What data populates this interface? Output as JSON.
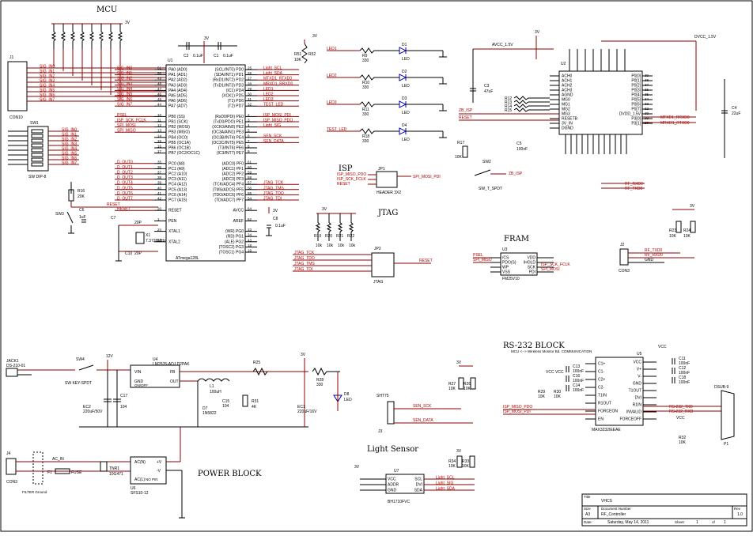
{
  "blocks": {
    "mcu": "MCU",
    "isp": "ISP",
    "jtag": "JTAG",
    "fram": "FRAM",
    "rs232": "RS-232 BLOCK",
    "rs232_sub": "MCU <--> Wireless Monitor Bd. COMMUNICATION",
    "power": "POWER BLOCK",
    "light": "Light Sensor"
  },
  "rails": {
    "v3": "3V",
    "v12": "12V",
    "avcc": "AVCC_1.5V",
    "dvcc": "DVCC_1.5V",
    "vcc": "VCC"
  },
  "connectors": {
    "j1": "J1",
    "j1_name": "CON10",
    "sw1": "SW1",
    "sw1_name": "SW DIP-8",
    "j2": "J2",
    "j2_name": "CON3",
    "j3": "J3",
    "j3_name": "SHT75",
    "j4": "J4",
    "j4_name": "CON3",
    "jack": "JACK1",
    "jack_name": "DS-210-01",
    "jp1": "JP1",
    "jp1_name": "HEADER 3X2",
    "jp2": "JP2",
    "jp2_name": "JTAG",
    "p1": "P1",
    "p1_name": "DSUB-9"
  },
  "u1": {
    "ref": "U1",
    "part": "ATmega128L",
    "left_pins": [
      "PA0 (AD0)",
      "PA1 (AD1)",
      "PA2 (AD2)",
      "PA3 (AD3)",
      "PA4 (AD4)",
      "PA5 (AD5)",
      "PA6 (AD6)",
      "PA7 (AD7)",
      "",
      "PB0 (SS)",
      "PB1 (SCK)",
      "PB2 (MOSI)",
      "PB3 (MISO)",
      "PB4 (OC0)",
      "PB5 (OC1A)",
      "PB6 (OC1B)",
      "PB7 (OC2/OC1C)",
      "",
      "PC0 (A8)",
      "PC1 (A9)",
      "PC2 (A10)",
      "PC3 (A11)",
      "PC4 (A12)",
      "PC5 (A13)",
      "PC6 (A14)",
      "PC7 (A15)",
      "",
      "RESET",
      "",
      "PEN",
      "",
      "XTAL1",
      "",
      "XTAL2"
    ],
    "right_pins": [
      "(SCL/INT0) PD0",
      "(SDA/INT1) PD1",
      "(RxD1/INT2) PD2",
      "(TxD1/INT3) PD3",
      "(IC1) PD4",
      "(XCK1) PD5",
      "(T1) PD6",
      "(T2) PD7",
      "",
      "(RxD0/PDI) PE0",
      "(TxD0/PDO) PE1",
      "(XCK0/AIN0) PE2",
      "(OC3A/AIN1) PE3",
      "(OC3B/INT4) PE4",
      "(OC3C/INT5) PE5",
      "(T3/INT6) PE6",
      "(IC3/INT7) PE7",
      "",
      "(ADC0) PF0",
      "(ADC1) PF1",
      "(ADC2) PF2",
      "(ADC3) PF3",
      "(TCK/ADC4) PF4",
      "(TMS/ADC5) PF5",
      "(TDO/ADC6) PF6",
      "(TDI/ADC7) PF7",
      "",
      "AVCC",
      "",
      "AREF",
      "",
      "(WR) PG0",
      "(RD) PG1",
      "(ALE) PG2",
      "(TOSC2) PG3",
      "(TOSC1) PG4"
    ],
    "left_nums": [
      "51",
      "50",
      "49",
      "48",
      "47",
      "46",
      "45",
      "44",
      "",
      "10",
      "11",
      "12",
      "13",
      "14",
      "15",
      "16",
      "17",
      "",
      "35",
      "36",
      "37",
      "38",
      "39",
      "40",
      "41",
      "42",
      "",
      "20",
      "",
      "1",
      "",
      "24",
      "",
      "23"
    ],
    "right_nums": [
      "25",
      "26",
      "27",
      "28",
      "29",
      "30",
      "31",
      "32",
      "",
      "2",
      "3",
      "4",
      "5",
      "6",
      "7",
      "8",
      "9",
      "",
      "61",
      "60",
      "59",
      "58",
      "57",
      "56",
      "55",
      "54",
      "",
      "64",
      "",
      "62",
      "",
      "33",
      "34",
      "43",
      "18",
      "19"
    ]
  },
  "u1_nets_left": [
    "SIG_IN0",
    "SIG_IN1",
    "SIG_IN2",
    "SIG_IN3",
    "SIG_IN4",
    "SIG_IN5",
    "SIG_IN6",
    "SIG_IN7",
    "",
    "PSEL",
    "ISP_SCK_FCLK",
    "SPI_MOSI",
    "SPI_MISO",
    "",
    "",
    "",
    "",
    "",
    "D_OUT0",
    "D_OUT1",
    "D_OUT2",
    "D_OUT3",
    "D_OUT4",
    "D_OUT5",
    "D_OUT6",
    "D_OUT7",
    "",
    "RESET"
  ],
  "u1_nets_right": [
    "Light_SCL",
    "Light_SDA",
    "MTXD1_RTXD0",
    "MRXD1_RRXD0",
    "LED1",
    "LED2",
    "LED3",
    "TEST_LED",
    "",
    "ISP_MOSI_PDI",
    "ISP_MISO_PDO",
    "Light_SIG",
    "",
    "SEN_SCK",
    "SEN_DATA",
    "",
    "",
    "",
    "",
    "",
    "",
    "",
    "JTAG_TCK",
    "JTAG_TMS",
    "JTAG_TDO",
    "JTAG_TDI"
  ],
  "mcu_parts": {
    "c2": "C2",
    "c2v": "0.1uF",
    "c1": "C1",
    "c1v": "0.1uF",
    "r51": "R51",
    "r52": "R52",
    "r51v": "10K",
    "c6": "C6",
    "c6v": "1uF",
    "c7": "C7",
    "c7v": "20P",
    "c10": "C10",
    "c10v": "20P",
    "x1": "X1",
    "x1v": "7.3728MHz",
    "c8": "C8",
    "c8v": "0.1uF",
    "r16": "R16",
    "r16v": "20K",
    "sw3": "SW3"
  },
  "j1_nets": [
    "SIG_IN0",
    "SIG_IN1",
    "SIG_IN2",
    "SIG_IN3",
    "SIG_IN4",
    "SIG_IN5",
    "SIG_IN6",
    "SIG_IN7"
  ],
  "sw1_nets": [
    "SIG_IN0",
    "SIG_IN1",
    "SIG_IN2",
    "SIG_IN3",
    "SIG_IN4",
    "SIG_IN5",
    "SIG_IN6",
    "SIG_IN7"
  ],
  "leds": [
    {
      "net": "LED1",
      "r": "R9",
      "rv": "330",
      "d": "D1",
      "dv": "LED"
    },
    {
      "net": "LED2",
      "r": "R10",
      "rv": "330",
      "d": "D2",
      "dv": "LED"
    },
    {
      "net": "LED3",
      "r": "R11",
      "rv": "330",
      "d": "D3",
      "dv": "LED"
    },
    {
      "net": "TEST_LED",
      "r": "R18",
      "rv": "330",
      "d": "D4",
      "dv": "LED"
    }
  ],
  "isp_nets": [
    "ISP_MISO_PDO",
    "ISP_SCK_FCLK",
    "RESET"
  ],
  "isp_right": "SPI_MOSI_PDI",
  "jtag_nets": [
    "JTAG_TCK",
    "JTAG_TDO",
    "JTAG_TMS",
    "JTAG_TDI"
  ],
  "jtag_res": [
    "R19",
    "R20",
    "R21",
    "R22"
  ],
  "jtag_resv": "10k",
  "jtag_reset": "RESET",
  "fram": {
    "ref": "U3",
    "part": "FM25V10",
    "left": [
      "/CS",
      "PDO(S)",
      "WP",
      "VSS"
    ],
    "right": [
      "VDD",
      "/HOLD",
      "SCK",
      "PDI"
    ],
    "nets_l": [
      "PSEL",
      "SPI_MISO"
    ],
    "nets_r": [
      "ISP_SCK_FCLK",
      "SPI_MOSI"
    ]
  },
  "rf": {
    "ref": "U2",
    "c3": "C3",
    "c3v": "47uF",
    "c5": "C5",
    "c5v": "100nF",
    "c4": "C4",
    "c4v": "22uF",
    "r17": "R17",
    "r17v": "10K",
    "sw2": "SW2",
    "sw2n": "SW_T_SPDT",
    "zb": "ZB_ISP",
    "res": [
      "R12",
      "R13",
      "R14",
      "R15"
    ],
    "left_pins": [
      "ACH0",
      "ACH1",
      "ACH2",
      "ACH3",
      "AGND",
      "MG0",
      "MG1",
      "MG2",
      "MG3",
      "RESETB",
      "3V_IN",
      "DGND"
    ],
    "right_pins": [
      "P0[0]",
      "P0[1]",
      "P0[2]",
      "P0[3]",
      "P0[4]",
      "P0[5]",
      "P0[6]",
      "P0[7]",
      "DVDD_1.5V",
      "P3[0]",
      "P3[1]"
    ],
    "right_nums": [
      "39",
      "38",
      "37",
      "36",
      "35",
      "34",
      "33",
      "32",
      "30",
      "29",
      "27"
    ],
    "nets_left": [
      "ZB_ISP",
      "RESET"
    ],
    "nets_right": [
      "MTXD1_RRXD0",
      "MRXD1_RTXD0"
    ],
    "nets_bottom": [
      "RF_RXD0",
      "RF_TXD0"
    ],
    "j2nets": [
      "RF_TXD0",
      "RF_RXD0",
      "GND"
    ],
    "r23": "R23",
    "r24": "R24",
    "rv": "10K"
  },
  "power": {
    "sw4": "SW4",
    "sw4n": "SW KEY-SPDT",
    "u4": "U4",
    "u4n": "LM2576-ADJ D2PAK",
    "u4pins": [
      "VIN",
      "FB",
      "GND",
      "OUT",
      "ON/OFF"
    ],
    "ec2": "EC2",
    "ec2v": "220uF/50V",
    "c17": "C17",
    "c17v": "104",
    "l1": "L1",
    "l1v": "100uH",
    "d7": "D7",
    "d7v": "1N5822",
    "c15": "C15",
    "c15v": "104",
    "r31": "R31",
    "r31v": "4K",
    "r25": "R25",
    "r28": "R28",
    "r28v": "330",
    "ec1": "EC1",
    "ec1v": "220uF/16V",
    "d8": "D8",
    "d8v": "LED",
    "ac_in": "AC_IN",
    "f1": "F1",
    "fuse": "FUSE",
    "tnr1": "TNR1",
    "tnrv": "10G471",
    "u6": "U6",
    "u6n": "SFS10-12",
    "u6pins": [
      "AC(N)",
      "AC(L)",
      "+V",
      "-V",
      "NO PIN"
    ],
    "filter": "FILTER Ground"
  },
  "sht": {
    "r27": "R27",
    "r26": "R26",
    "rv": "10K",
    "nets": [
      "SEN_SCK",
      "SEN_DATA"
    ]
  },
  "light": {
    "u7": "U7",
    "part": "BH1710FVC",
    "left": [
      "VCC",
      "ADDR",
      "GND"
    ],
    "right": [
      "SCL",
      "DVI",
      "SDA"
    ],
    "nets": [
      "Light_SCL",
      "Light_SIG",
      "Light_SDA"
    ],
    "r34": "R34",
    "r33": "R33",
    "rv": "10K"
  },
  "rs232": {
    "u5": "U5",
    "part": "MAX3232IEEAE",
    "left": [
      "C1+",
      "C1-",
      "C2+",
      "C2-",
      "T1IN",
      "R1OUT",
      "FORCEON",
      "EN"
    ],
    "right": [
      "VCC",
      "V+",
      "V-",
      "GND",
      "T1OUT",
      "DVI",
      "R1IN",
      "INVALID",
      "FORCEOFF"
    ],
    "caps": [
      "C11",
      "C13",
      "C12",
      "C16",
      "C18",
      "C14"
    ],
    "capv": "100nF",
    "r29": "R29",
    "r30": "R30",
    "r32": "R32",
    "rv": "10K",
    "nets": [
      "ISP_MISO_PDO",
      "ISP_MOSI_PDI"
    ],
    "out_nets": [
      "RS-232_TXD",
      "RS-232_RXD"
    ]
  },
  "title_block": {
    "title_lbl": "Title",
    "title": "VHCS",
    "size_lbl": "Size",
    "size": "A3",
    "docnum_lbl": "Document Number",
    "docnum": "RF_Controller",
    "rev_lbl": "Rev",
    "rev": "1.0",
    "date_lbl": "Date:",
    "date": "Saturday, May 14, 2011",
    "sheet_lbl": "Sheet",
    "sheet": "1",
    "of_lbl": "of",
    "of": "1"
  }
}
